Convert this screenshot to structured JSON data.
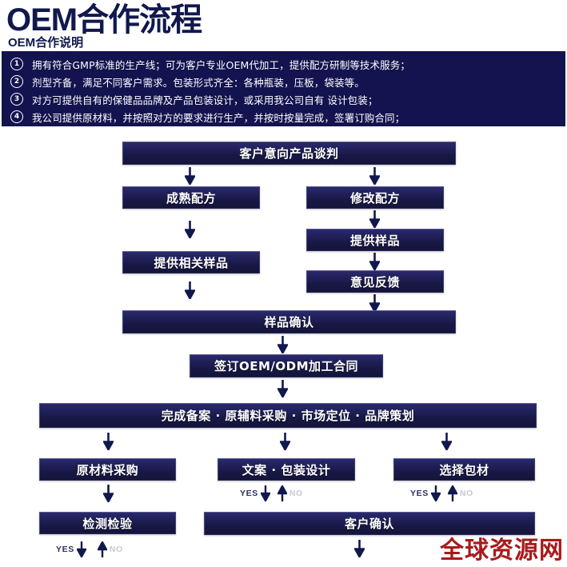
{
  "header": {
    "main_title": "OEM合作流程",
    "sub_title": "OEM合作说明",
    "title_color": "#11184d",
    "band_color": "#13134f",
    "notes": [
      {
        "num": "1",
        "text": "拥有符合GMP标准的生产线；可为客户专业OEM代加工，提供配方研制等技术服务；"
      },
      {
        "num": "2",
        "text": "剂型齐备，满足不同客户需求。包装形式齐全：各种瓶装，压板，袋装等。"
      },
      {
        "num": "3",
        "text": "对方可提供自有的保健品品牌及产品包装设计，或采用我公司自有 设计包装；"
      },
      {
        "num": "4",
        "text": "我公司提供原材料，并按照对方的要求进行生产，并按时按量完成，签署订购合同；"
      }
    ]
  },
  "flow": {
    "box_color_top": "#2a2a6e",
    "box_color_bottom": "#14143c",
    "arrow_color": "#11184d",
    "boxes": [
      {
        "id": "negotiation",
        "label": "客户意向产品谈判"
      },
      {
        "id": "mature-formula",
        "label": "成熟配方"
      },
      {
        "id": "modify-formula",
        "label": "修改配方"
      },
      {
        "id": "provide-sample",
        "label": "提供样品"
      },
      {
        "id": "related-sample",
        "label": "提供相关样品"
      },
      {
        "id": "feedback",
        "label": "意见反馈"
      },
      {
        "id": "sample-confirm",
        "label": "样品确认"
      },
      {
        "id": "sign-contract",
        "label": "签订OEM/ODM加工合同"
      },
      {
        "id": "record-planning",
        "label": "完成备案 · 原辅料采购 · 市场定位 · 品牌策划"
      },
      {
        "id": "raw-purchase",
        "label": "原材料采购"
      },
      {
        "id": "copy-packaging",
        "label": "文案 · 包装设计"
      },
      {
        "id": "select-material",
        "label": "选择包材"
      },
      {
        "id": "inspection",
        "label": "检测检验"
      },
      {
        "id": "customer-confirm",
        "label": "客户确认"
      }
    ],
    "decision_labels": {
      "yes": "YES",
      "no": "NO"
    }
  },
  "watermark": {
    "text": "全球资源网",
    "color": "#a81a1a"
  }
}
